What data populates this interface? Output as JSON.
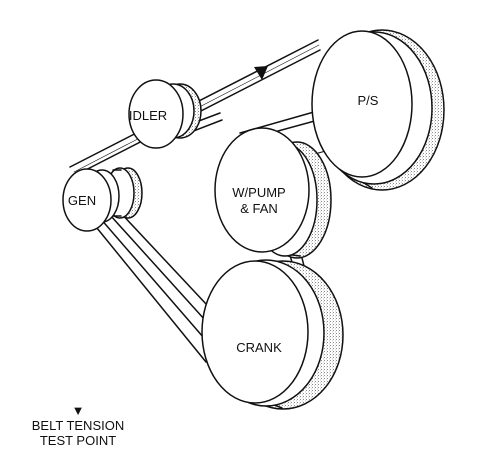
{
  "diagram": {
    "pulleys": {
      "idler": "IDLER",
      "ps": "P/S",
      "gen": "GEN",
      "wpump_line1": "W/PUMP",
      "wpump_line2": "& FAN",
      "crank": "CRANK"
    },
    "legend": {
      "marker_icon": "down-triangle-icon",
      "line1": "BELT TENSION",
      "line2": "TEST POINT"
    }
  }
}
